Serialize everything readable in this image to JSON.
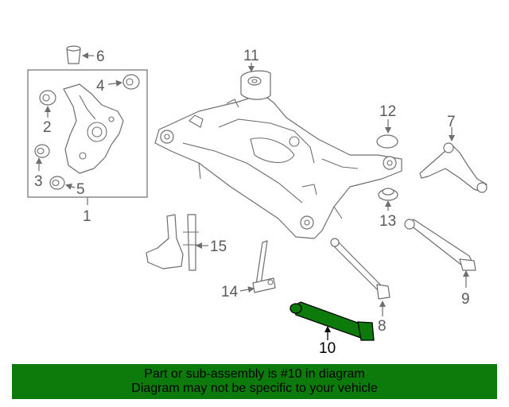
{
  "diagram": {
    "callouts": {
      "c1": "1",
      "c2": "2",
      "c3": "3",
      "c4": "4",
      "c5": "5",
      "c6": "6",
      "c7": "7",
      "c8": "8",
      "c9": "9",
      "c10": "10",
      "c11": "11",
      "c12": "12",
      "c13": "13",
      "c14": "14",
      "c15": "15"
    },
    "highlight_part": "10",
    "colors": {
      "line": "#6e6e6e",
      "highlight_part": "#0c7b0c",
      "banner": "#0c7b0c"
    }
  },
  "banner": {
    "line1": "Part or sub-assembly is #10 in diagram",
    "line2": "Diagram may not be specific to your vehicle"
  }
}
